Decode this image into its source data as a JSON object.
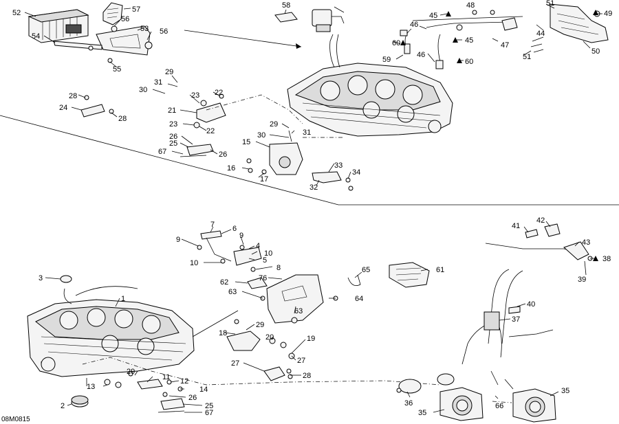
{
  "drawing_code": "08M0815",
  "callouts": [
    {
      "id": "c52",
      "num": "52"
    },
    {
      "id": "c57",
      "num": "57"
    },
    {
      "id": "c56a",
      "num": "56"
    },
    {
      "id": "c53",
      "num": "53"
    },
    {
      "id": "c56b",
      "num": "56"
    },
    {
      "id": "c54",
      "num": "54"
    },
    {
      "id": "c55",
      "num": "55"
    },
    {
      "id": "c58",
      "num": "58"
    },
    {
      "id": "c48",
      "num": "48"
    },
    {
      "id": "c45a",
      "num": "45"
    },
    {
      "id": "c51a",
      "num": "51"
    },
    {
      "id": "c49",
      "num": "49"
    },
    {
      "id": "c46a",
      "num": "46"
    },
    {
      "id": "c44",
      "num": "44"
    },
    {
      "id": "c60a",
      "num": "60"
    },
    {
      "id": "c45b",
      "num": "45"
    },
    {
      "id": "c47",
      "num": "47"
    },
    {
      "id": "c46b",
      "num": "46"
    },
    {
      "id": "c50",
      "num": "50"
    },
    {
      "id": "c51b",
      "num": "51"
    },
    {
      "id": "c59",
      "num": "59"
    },
    {
      "id": "c60b",
      "num": "60"
    },
    {
      "id": "c29a",
      "num": "29"
    },
    {
      "id": "c31a",
      "num": "31"
    },
    {
      "id": "c30a",
      "num": "30"
    },
    {
      "id": "c23a",
      "num": "23"
    },
    {
      "id": "c22a",
      "num": "22"
    },
    {
      "id": "c28a",
      "num": "28"
    },
    {
      "id": "c24",
      "num": "24"
    },
    {
      "id": "c28b",
      "num": "28"
    },
    {
      "id": "c21",
      "num": "21"
    },
    {
      "id": "c23b",
      "num": "23"
    },
    {
      "id": "c22b",
      "num": "22"
    },
    {
      "id": "c29b",
      "num": "29"
    },
    {
      "id": "c30b",
      "num": "30"
    },
    {
      "id": "c31b",
      "num": "31"
    },
    {
      "id": "c26a",
      "num": "26"
    },
    {
      "id": "c25a",
      "num": "25"
    },
    {
      "id": "c15",
      "num": "15"
    },
    {
      "id": "c67a",
      "num": "67"
    },
    {
      "id": "c26b",
      "num": "26"
    },
    {
      "id": "c33",
      "num": "33"
    },
    {
      "id": "c16",
      "num": "16"
    },
    {
      "id": "c17",
      "num": "17"
    },
    {
      "id": "c34",
      "num": "34"
    },
    {
      "id": "c32",
      "num": "32"
    },
    {
      "id": "c7",
      "num": "7"
    },
    {
      "id": "c6",
      "num": "6"
    },
    {
      "id": "c9a",
      "num": "9"
    },
    {
      "id": "c9b",
      "num": "9"
    },
    {
      "id": "c4",
      "num": "4"
    },
    {
      "id": "c10a",
      "num": "10"
    },
    {
      "id": "c5",
      "num": "5"
    },
    {
      "id": "c10b",
      "num": "10"
    },
    {
      "id": "c8",
      "num": "8"
    },
    {
      "id": "c3",
      "num": "3"
    },
    {
      "id": "c76",
      "num": "76"
    },
    {
      "id": "c65",
      "num": "65"
    },
    {
      "id": "c61",
      "num": "61"
    },
    {
      "id": "c62",
      "num": "62"
    },
    {
      "id": "c63a",
      "num": "63"
    },
    {
      "id": "c64",
      "num": "64"
    },
    {
      "id": "c1",
      "num": "1"
    },
    {
      "id": "c63b",
      "num": "63"
    },
    {
      "id": "c41",
      "num": "41"
    },
    {
      "id": "c42",
      "num": "42"
    },
    {
      "id": "c43",
      "num": "43"
    },
    {
      "id": "c38",
      "num": "38"
    },
    {
      "id": "c39",
      "num": "39"
    },
    {
      "id": "c40",
      "num": "40"
    },
    {
      "id": "c37",
      "num": "37"
    },
    {
      "id": "c29c",
      "num": "29"
    },
    {
      "id": "c18",
      "num": "18"
    },
    {
      "id": "c20",
      "num": "20"
    },
    {
      "id": "c19",
      "num": "19"
    },
    {
      "id": "c27a",
      "num": "27"
    },
    {
      "id": "c27b",
      "num": "27"
    },
    {
      "id": "c28c",
      "num": "28"
    },
    {
      "id": "c29d",
      "num": "29"
    },
    {
      "id": "c11",
      "num": "11"
    },
    {
      "id": "c13",
      "num": "13"
    },
    {
      "id": "c12",
      "num": "12"
    },
    {
      "id": "c14",
      "num": "14"
    },
    {
      "id": "c26c",
      "num": "26"
    },
    {
      "id": "c25b",
      "num": "25"
    },
    {
      "id": "c67b",
      "num": "67"
    },
    {
      "id": "c2",
      "num": "2"
    },
    {
      "id": "c36",
      "num": "36"
    },
    {
      "id": "c35a",
      "num": "35"
    },
    {
      "id": "c35b",
      "num": "35"
    },
    {
      "id": "c66",
      "num": "66"
    }
  ]
}
